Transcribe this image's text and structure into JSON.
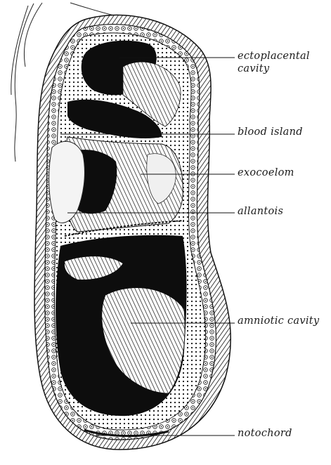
{
  "labels": {
    "ectoplacental_line1": "ectoplacental",
    "ectoplacental_line2": "cavity",
    "blood_island": "blood island",
    "exocoelom": "exocoelom",
    "allantois": "allantois",
    "amniotic_cavity": "amniotic cavity",
    "notochord": "notochord"
  },
  "colors": {
    "ink": "#111111",
    "paper": "#ffffff"
  }
}
